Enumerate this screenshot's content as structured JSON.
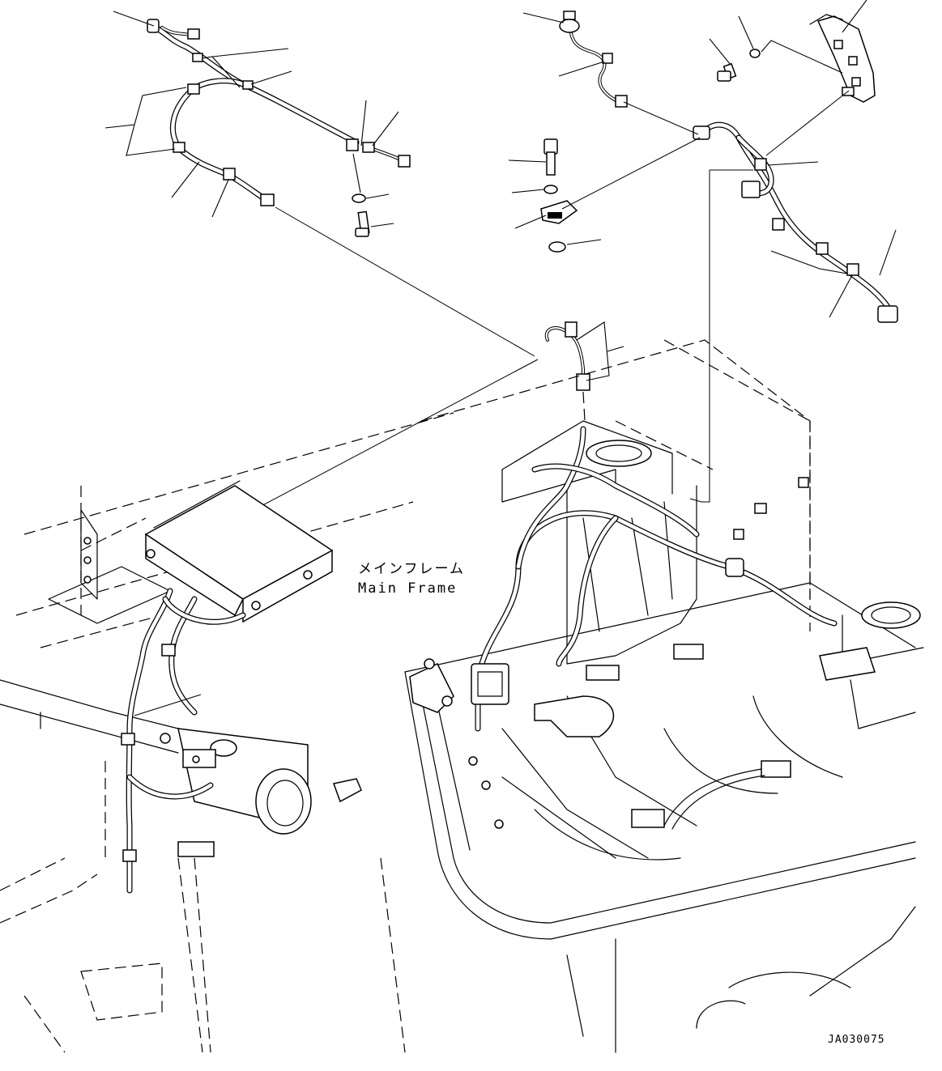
{
  "frame_label": {
    "japanese": "メインフレーム",
    "english": "Main Frame"
  },
  "drawing_code": "JA030075"
}
